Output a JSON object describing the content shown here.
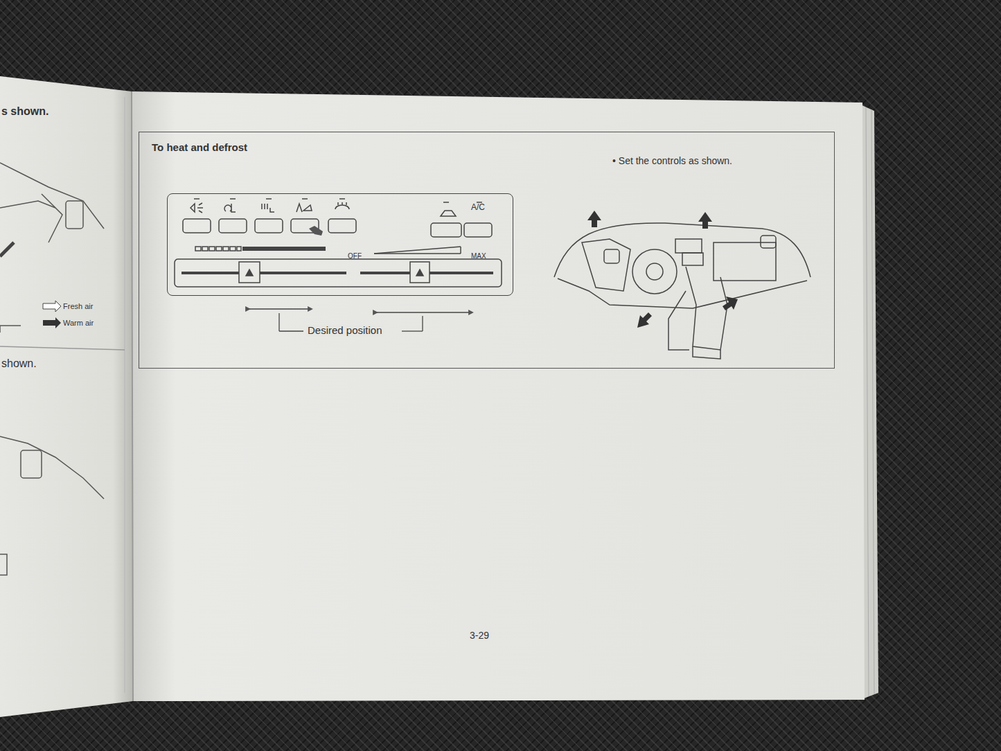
{
  "diagram": {
    "nodes": [
      {
        "text": [
          "To heat and defrost",
          "• Set the controls as shown."
        ]
      },
      {
        "text": [
          "A/C",
          "OFF",
          "MAX"
        ],
        "in": 0
      }
    ],
    "labels": [
      "Desired position",
      "3-29",
      "s shown.",
      "Fresh air",
      "Warm air",
      "shown."
    ]
  }
}
